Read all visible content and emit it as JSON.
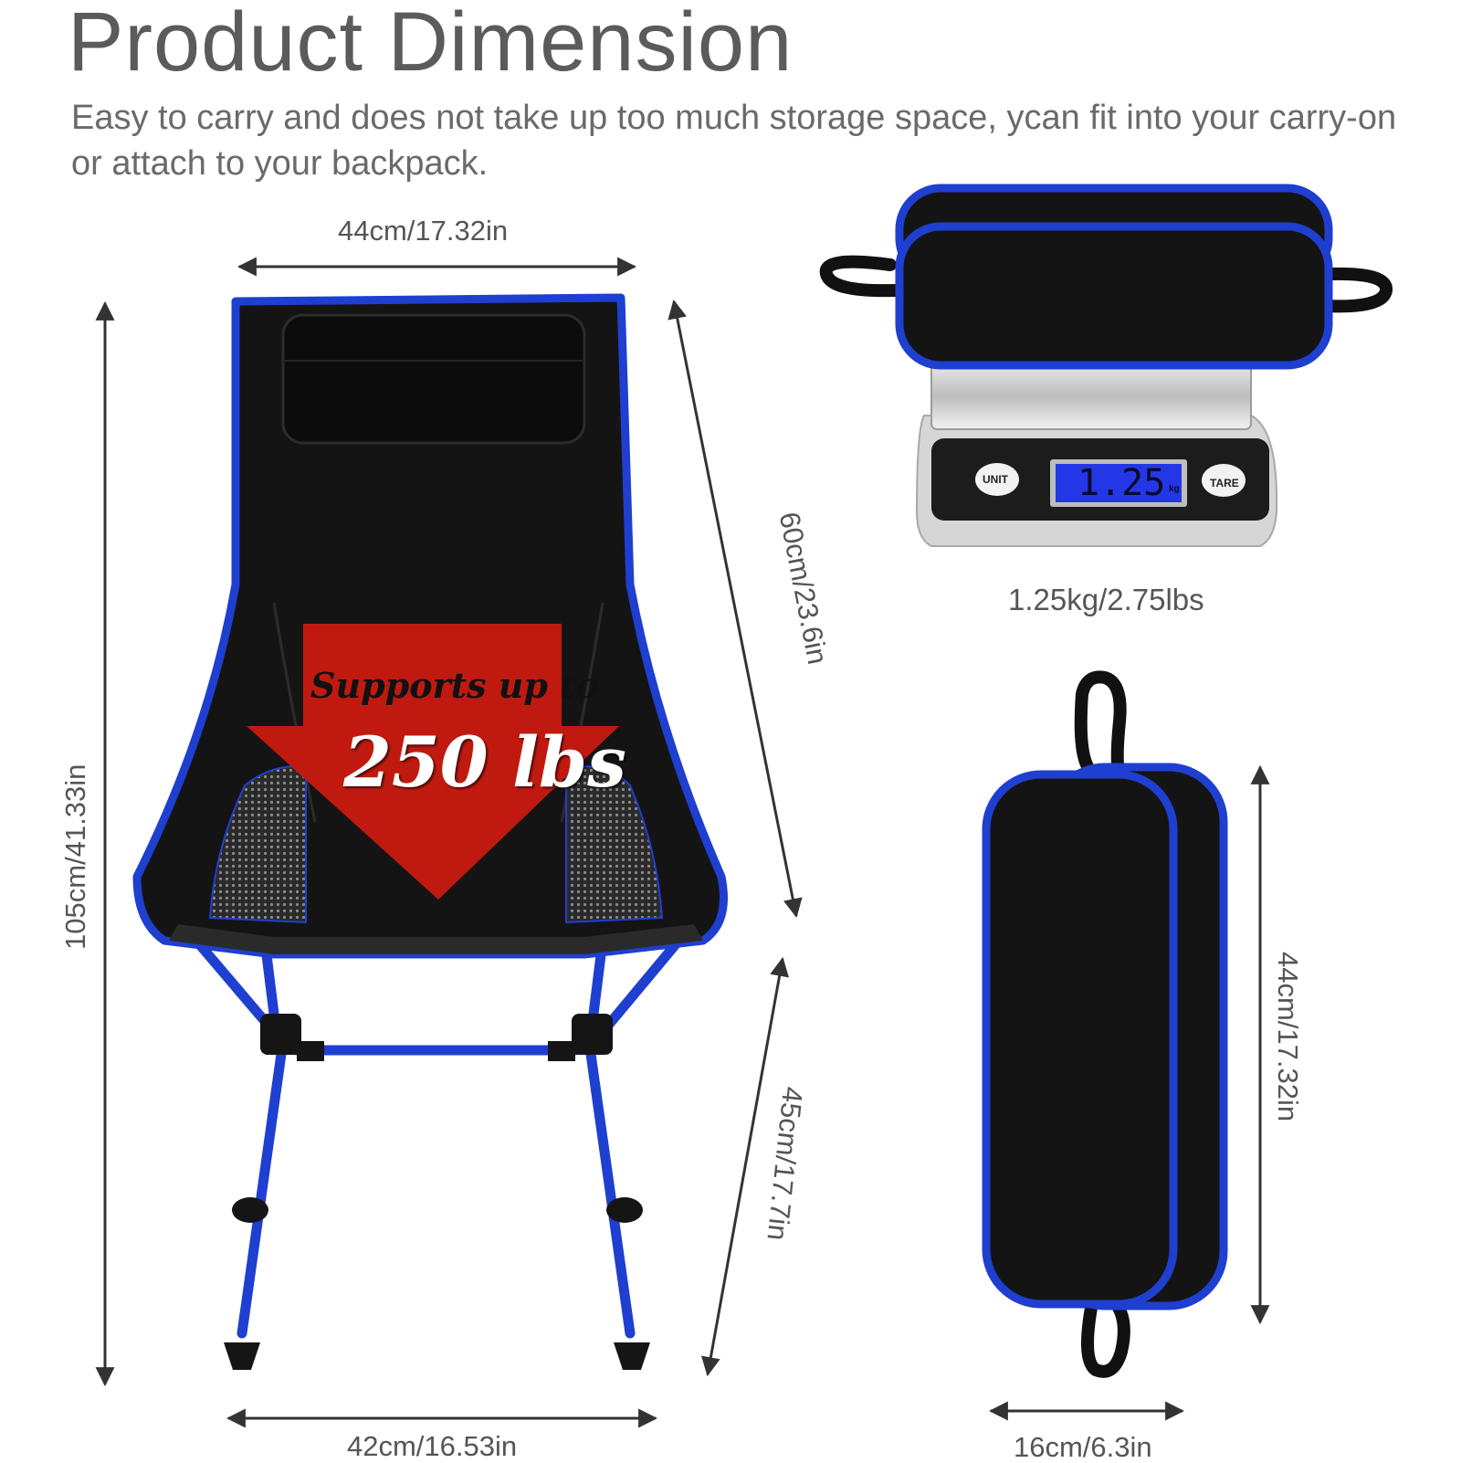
{
  "header": {
    "title": "Product Dimension",
    "subtitle": "Easy to carry and does not take up too much storage space, ycan fit into your carry-on or attach to your backpack."
  },
  "dimensions": {
    "seat_width": "44cm/17.32in",
    "total_height": "105cm/41.33in",
    "back_height": "60cm/23.6in",
    "seat_height": "45cm/17.7in",
    "base_width": "42cm/16.53in",
    "weight": "1.25kg/2.75lbs",
    "pack_length": "44cm/17.32in",
    "pack_width": "16cm/6.3in"
  },
  "callout": {
    "line1": "Supports up to",
    "line2": "250 lbs"
  },
  "scale": {
    "unit_button": "UNIT",
    "tare_button": "TARE",
    "display": "1.25",
    "display_unit": "kg"
  },
  "colors": {
    "trim_blue": "#1f3fd0",
    "fabric_black": "#141414",
    "arrow_red": "#c01a10",
    "text_gray": "#5b5b5b"
  }
}
